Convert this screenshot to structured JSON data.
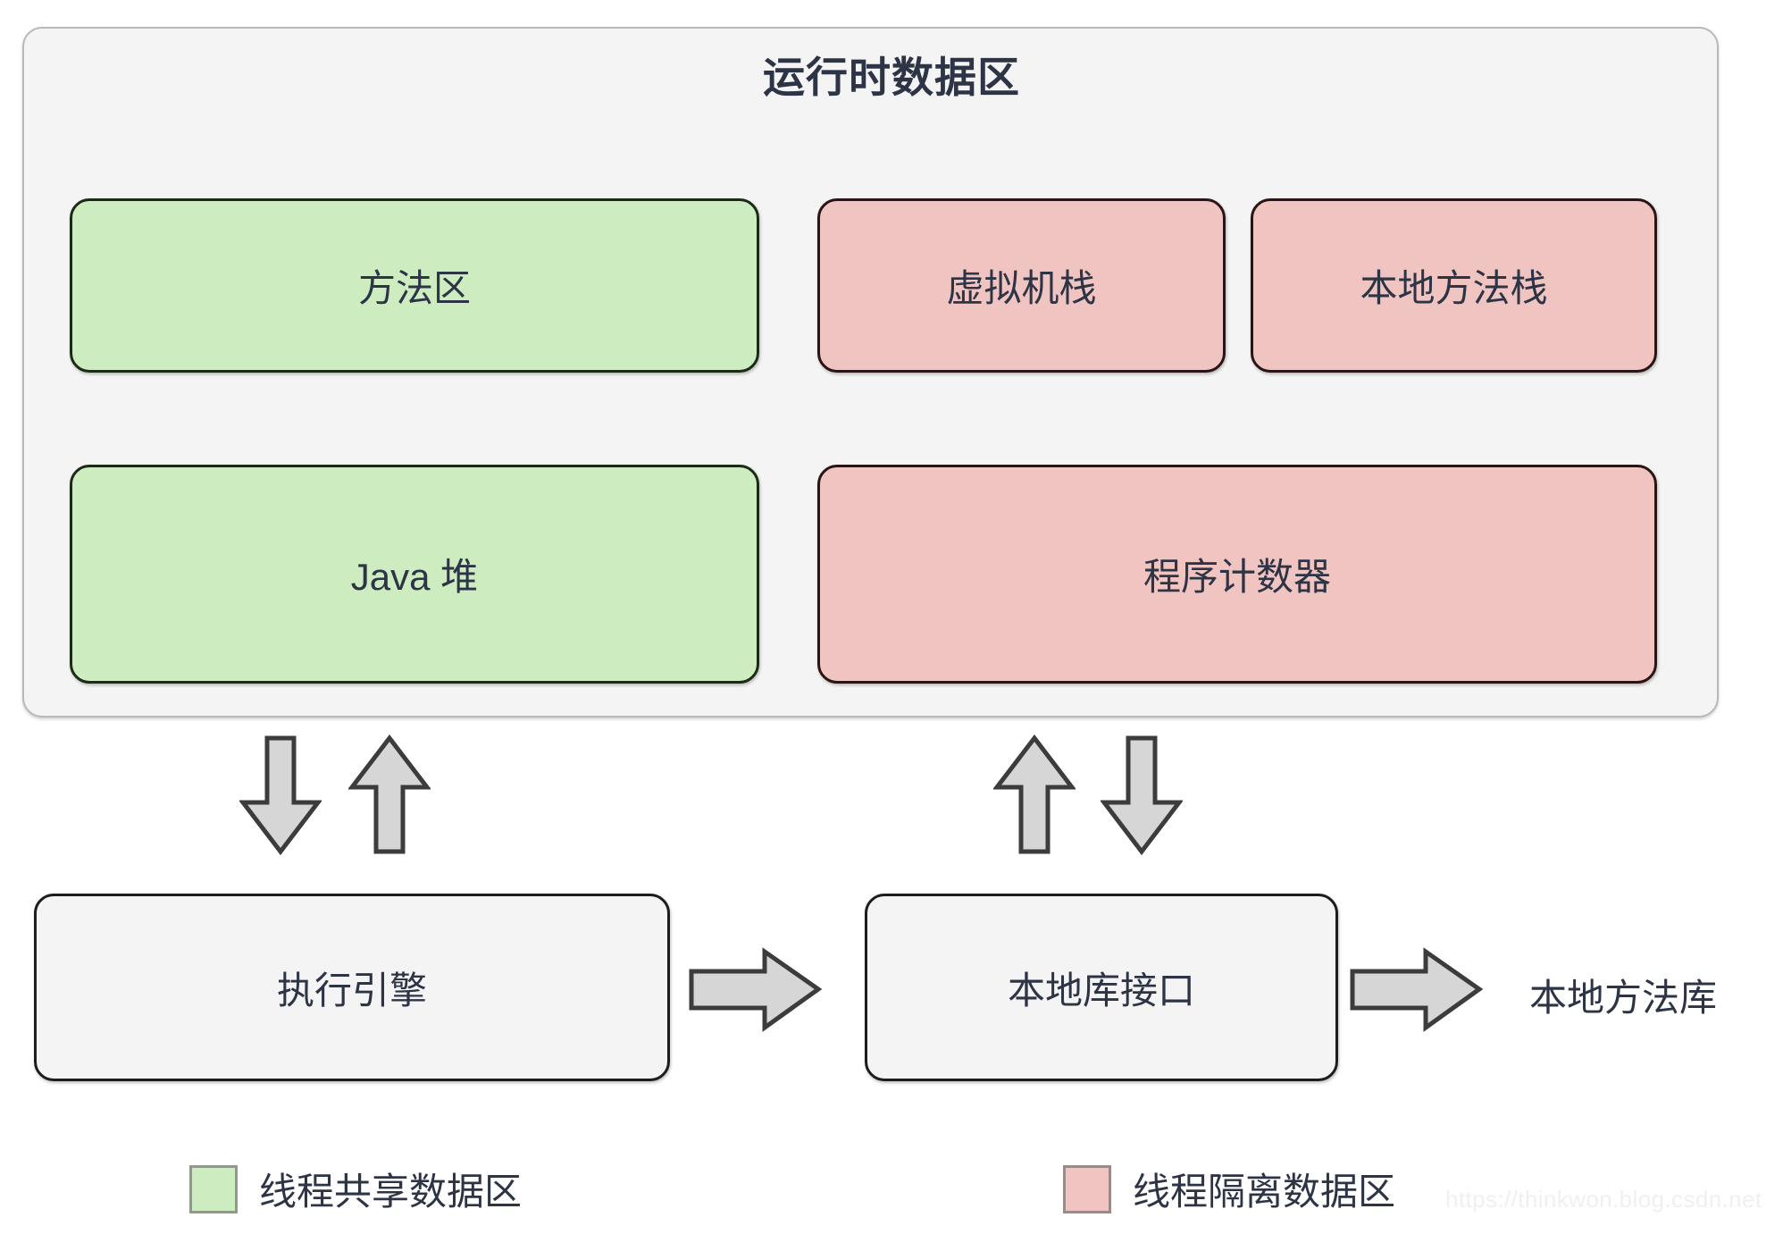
{
  "diagram": {
    "title": "运行时数据区",
    "colors": {
      "shared_fill": "#cdecc0",
      "isolated_fill": "#f0c4c0",
      "container_fill": "#f4f4f4",
      "arrow_fill": "#d6d6d6",
      "arrow_stroke": "#3c3c3c",
      "text": "#2d3446"
    },
    "runtime_regions": [
      {
        "id": "method-area",
        "label": "方法区",
        "category": "shared"
      },
      {
        "id": "vm-stack",
        "label": "虚拟机栈",
        "category": "isolated"
      },
      {
        "id": "native-stack",
        "label": "本地方法栈",
        "category": "isolated"
      },
      {
        "id": "java-heap",
        "label": "Java 堆",
        "category": "shared"
      },
      {
        "id": "pc-register",
        "label": "程序计数器",
        "category": "isolated"
      }
    ],
    "bottom_boxes": [
      {
        "id": "execution-engine",
        "label": "执行引擎"
      },
      {
        "id": "native-interface",
        "label": "本地库接口"
      }
    ],
    "free_labels": [
      {
        "id": "native-library",
        "label": "本地方法库"
      }
    ],
    "arrows": [
      {
        "id": "heap-down",
        "direction": "down",
        "from": "runtime-data-area",
        "to": "execution-engine"
      },
      {
        "id": "heap-up",
        "direction": "up",
        "from": "execution-engine",
        "to": "runtime-data-area"
      },
      {
        "id": "pcr-up",
        "direction": "up",
        "from": "native-interface",
        "to": "runtime-data-area"
      },
      {
        "id": "pcr-down",
        "direction": "down",
        "from": "runtime-data-area",
        "to": "native-interface"
      },
      {
        "id": "engine-to-jni",
        "direction": "right",
        "from": "execution-engine",
        "to": "native-interface"
      },
      {
        "id": "jni-to-lib",
        "direction": "right",
        "from": "native-interface",
        "to": "native-library"
      }
    ],
    "legend": [
      {
        "id": "shared",
        "label": "线程共享数据区",
        "swatch": "#cdecc0"
      },
      {
        "id": "isolated",
        "label": "线程隔离数据区",
        "swatch": "#f0c4c0"
      }
    ],
    "watermark": "https://thinkwon.blog.csdn.net"
  }
}
